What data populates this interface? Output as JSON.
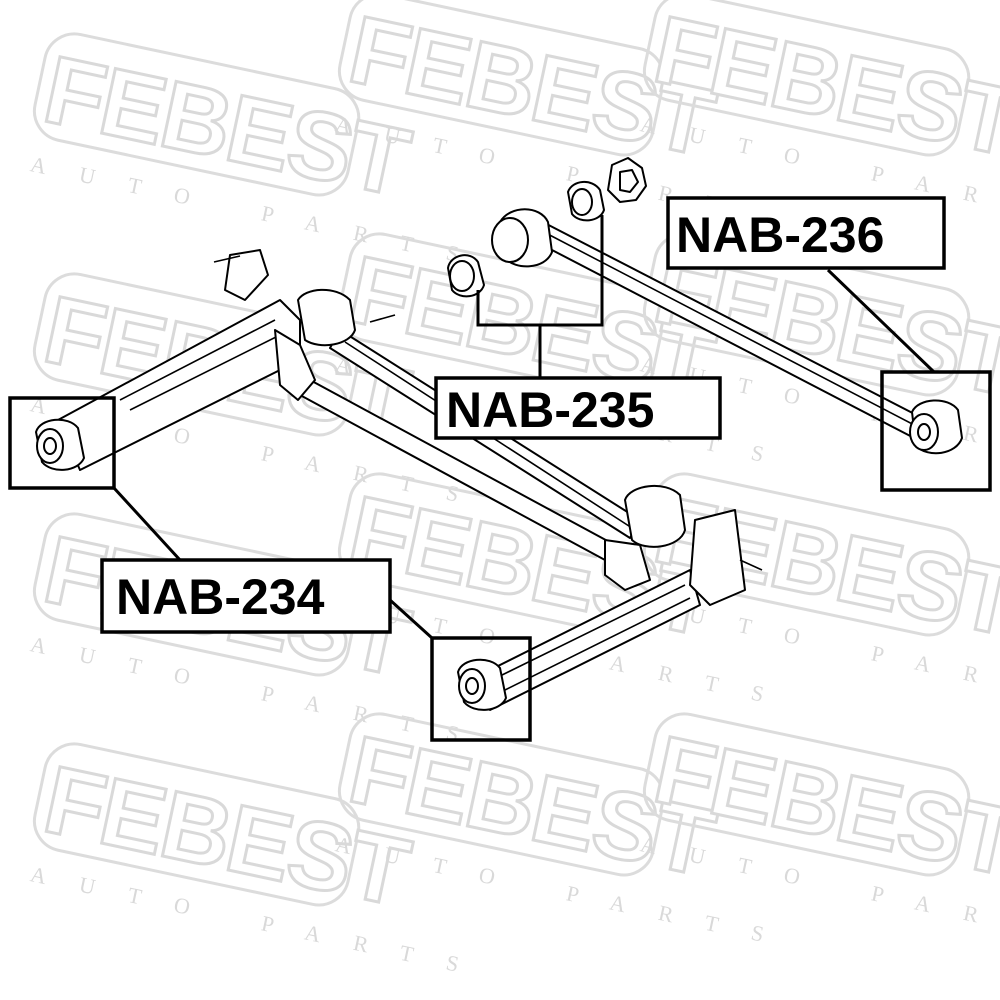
{
  "watermark": {
    "brand": "FEBEST",
    "tagline": "AUTO PARTS"
  },
  "labels": {
    "nab_234": "NAB-234",
    "nab_235": "NAB-235",
    "nab_236": "NAB-236"
  },
  "colors": {
    "line": "#000000",
    "background": "#ffffff",
    "watermark": "#d9d9d9"
  }
}
